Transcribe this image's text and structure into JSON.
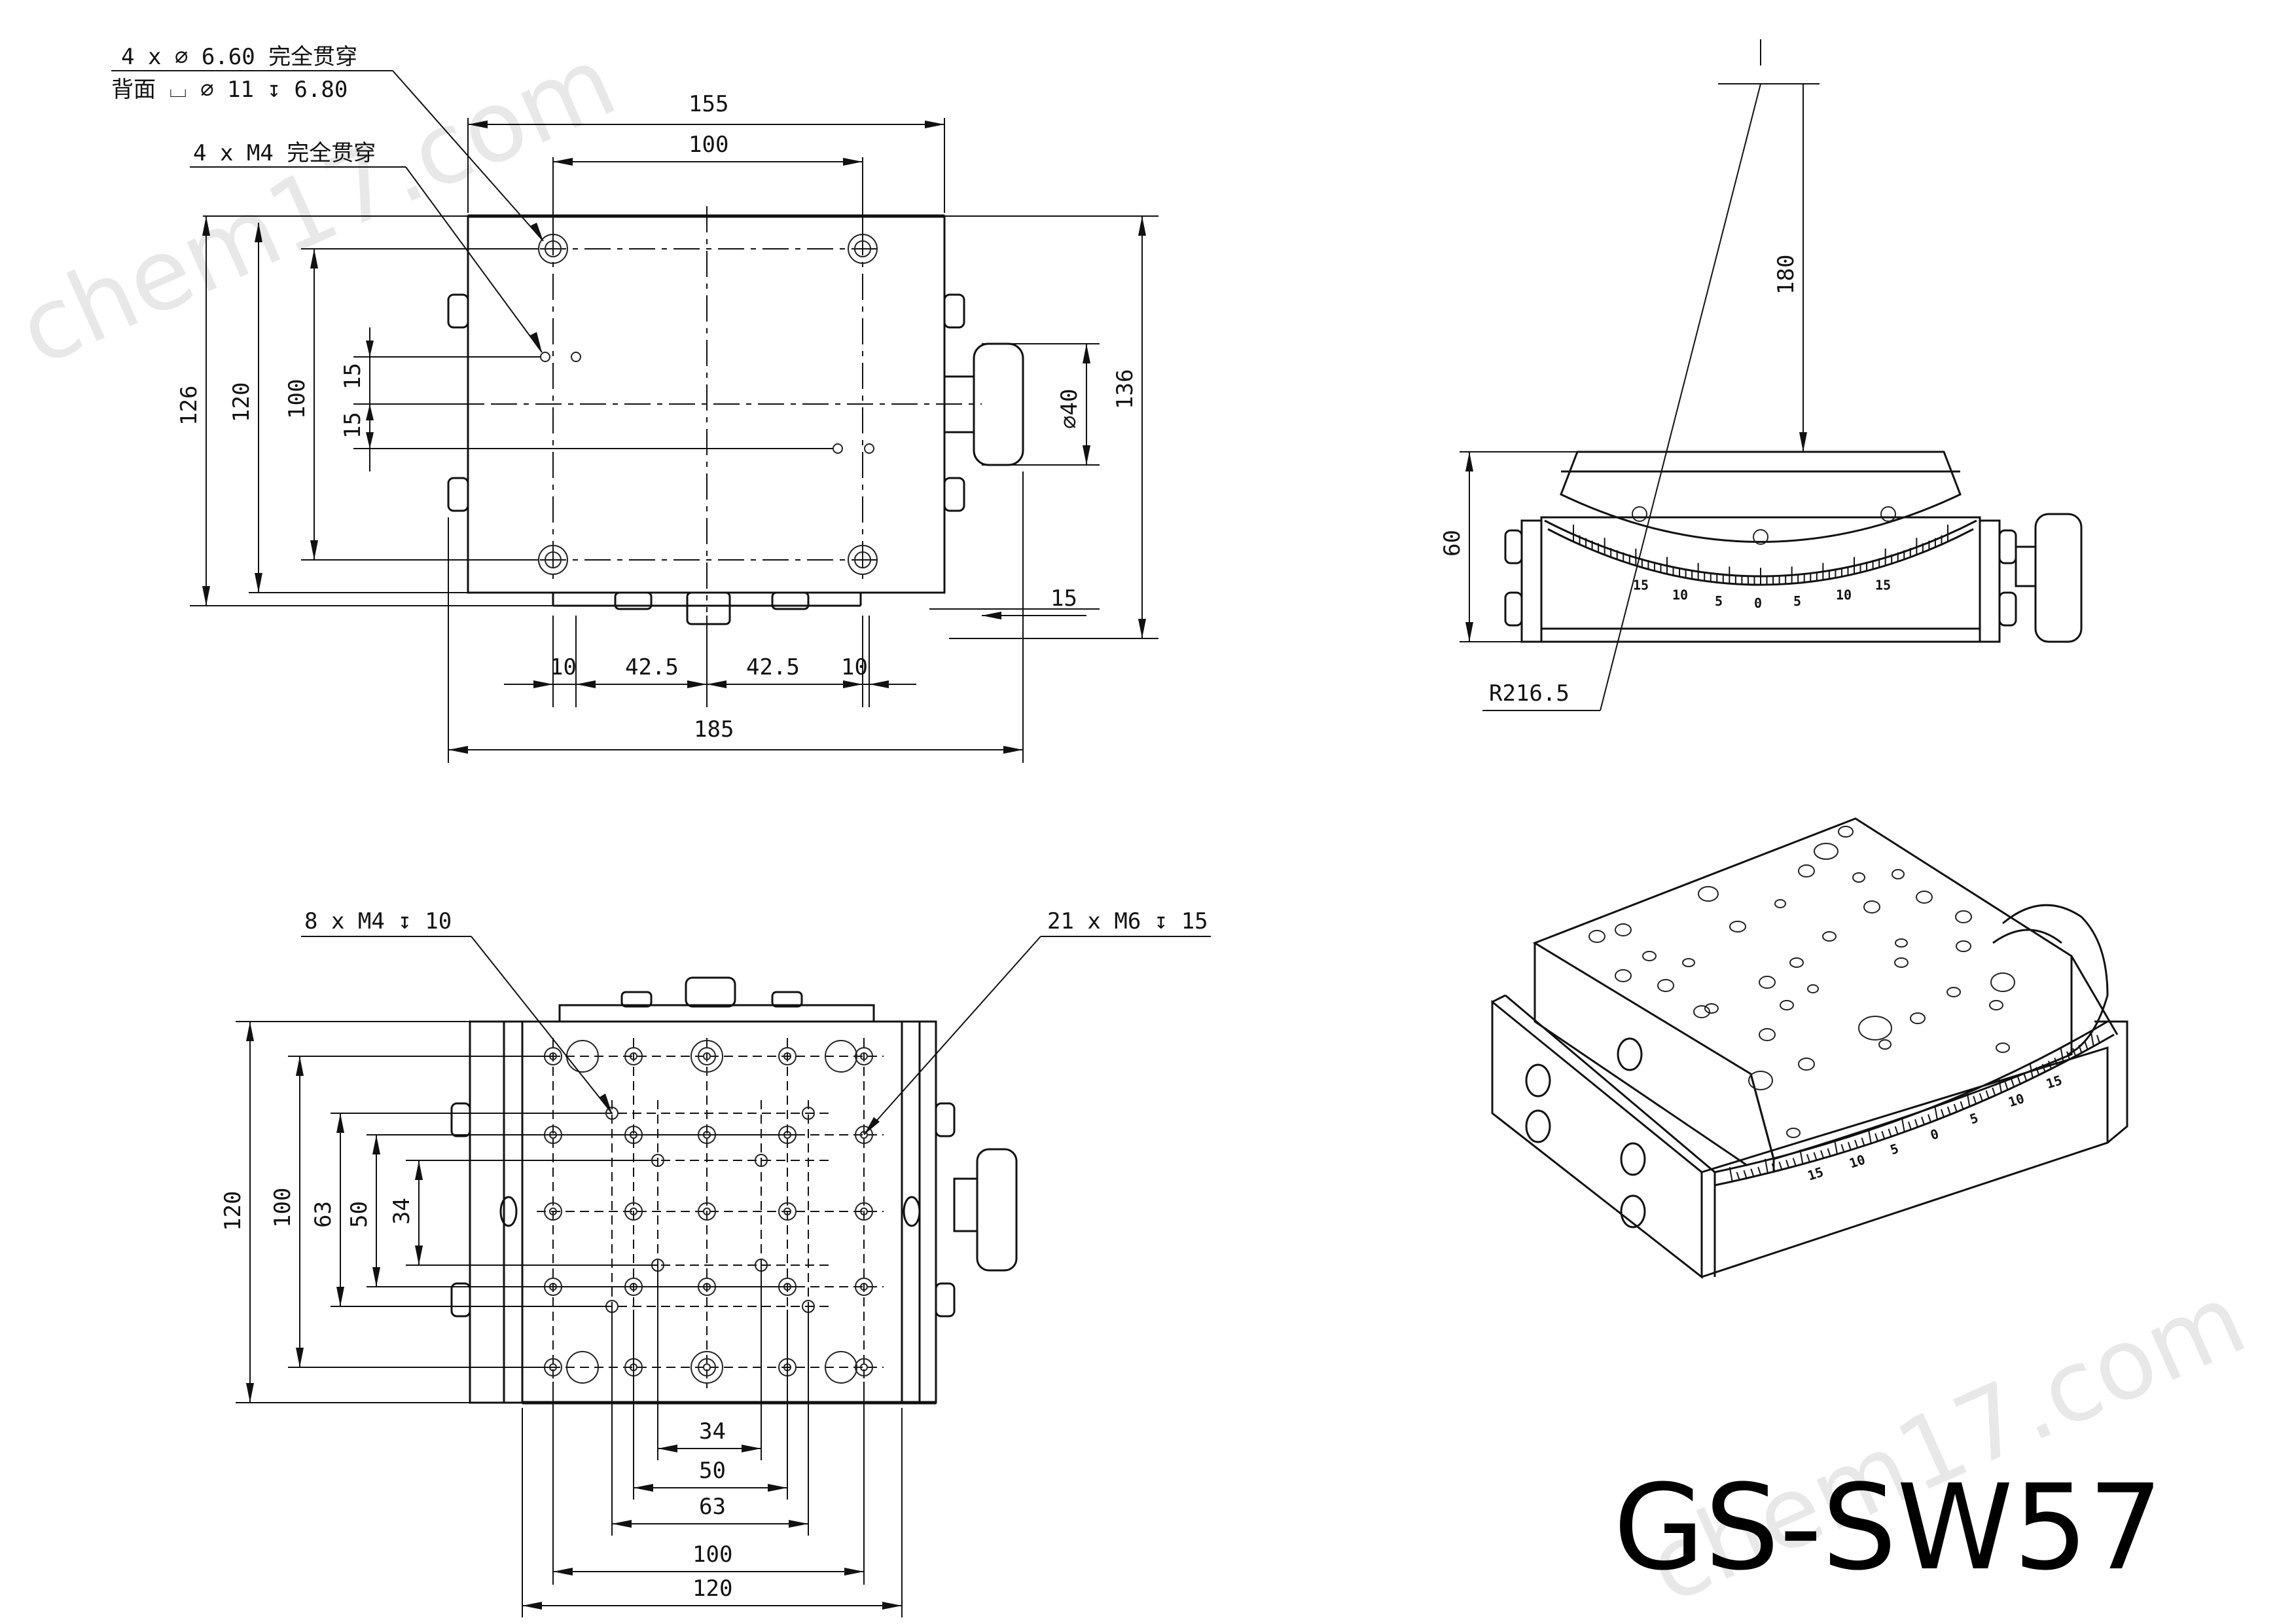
{
  "title": "GS-SW57",
  "watermark": "chem17.com",
  "top_view": {
    "note_holes_1": "4 x ∅ 6.60 完全贯穿",
    "note_holes_2": "背面 ⌴ ∅ 11 ↧ 6.80",
    "note_m4": "4 x M4 完全贯穿",
    "dims": {
      "w155": "155",
      "w100": "100",
      "h126": "126",
      "h120": "120",
      "h100": "100",
      "s15a": "15",
      "s15b": "15",
      "d40": "∅40",
      "h136": "136",
      "r15": "15",
      "b10a": "10",
      "b42a": "42.5",
      "b42b": "42.5",
      "b10b": "10",
      "w185": "185"
    }
  },
  "side_view": {
    "dims": {
      "h180": "180",
      "h60": "60",
      "radius": "R216.5"
    },
    "scale_labels": [
      "15",
      "10",
      "5",
      "0",
      "5",
      "10",
      "15"
    ]
  },
  "bottom_view": {
    "note_m4": "8 x M4 ↧ 10",
    "note_m6": "21 x M6 ↧ 15",
    "dims": {
      "h120": "120",
      "h100": "100",
      "h63": "63",
      "h50": "50",
      "h34": "34",
      "w34": "34",
      "w50": "50",
      "w63": "63",
      "w100": "100",
      "w120": "120"
    }
  },
  "iso_view": {
    "scale_labels": [
      "15",
      "10",
      "5",
      "0",
      "5",
      "10",
      "15"
    ]
  }
}
